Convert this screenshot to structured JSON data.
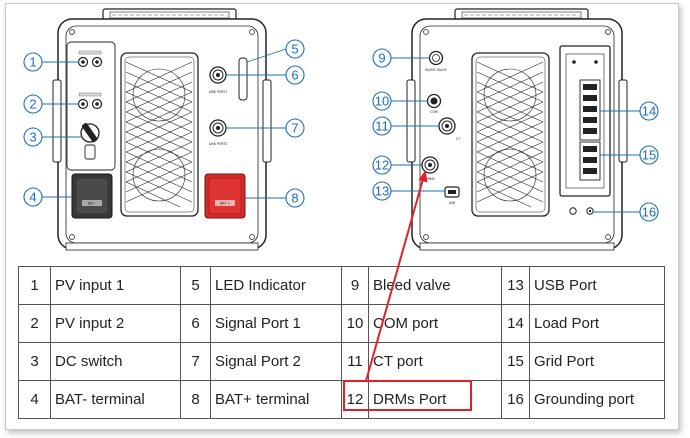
{
  "callouts": {
    "c1": "1",
    "c2": "2",
    "c3": "3",
    "c4": "4",
    "c5": "5",
    "c6": "6",
    "c7": "7",
    "c8": "8",
    "c9": "9",
    "c10": "10",
    "c11": "11",
    "c12": "12",
    "c13": "13",
    "c14": "14",
    "c15": "15",
    "c16": "16"
  },
  "device_labels": {
    "bat_minus": "BAT -",
    "bat_plus": "BAT +",
    "link_port1": "LINK PORT1",
    "link_port2": "LINK PORT2",
    "bleed_valve": "BLEED VALVE",
    "com": "COM",
    "ct": "CT",
    "drms": "DRMS",
    "usb": "USB"
  },
  "legend": {
    "rows": [
      {
        "n1": "1",
        "l1": "PV input 1",
        "n2": "5",
        "l2": "LED Indicator",
        "n3": "9",
        "l3": "Bleed valve",
        "n4": "13",
        "l4": "USB Port"
      },
      {
        "n1": "2",
        "l1": "PV input 2",
        "n2": "6",
        "l2": "Signal Port 1",
        "n3": "10",
        "l3": "COM port",
        "n4": "14",
        "l4": "Load Port"
      },
      {
        "n1": "3",
        "l1": "DC switch",
        "n2": "7",
        "l2": "Signal Port 2",
        "n3": "11",
        "l3": "CT port",
        "n4": "15",
        "l4": "Grid Port"
      },
      {
        "n1": "4",
        "l1": "BAT- terminal",
        "n2": "8",
        "l2": "BAT+ terminal",
        "n3": "12",
        "l3": "DRMs Port",
        "n4": "16",
        "l4": "Grounding port"
      }
    ]
  },
  "colors": {
    "callout": "#1d6fb8",
    "highlight": "#e1212a",
    "bat_plus": "#d42a2a",
    "bat_minus": "#3a3a3a"
  }
}
